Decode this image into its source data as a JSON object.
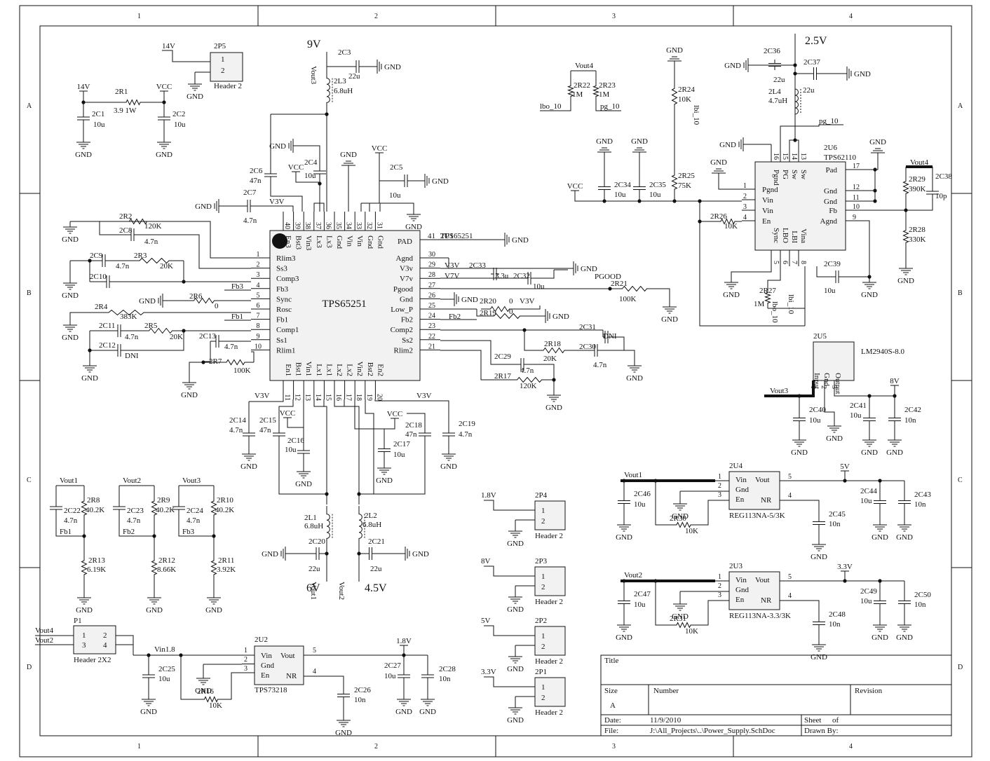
{
  "frame": {
    "columns": [
      "1",
      "2",
      "3",
      "4"
    ],
    "rows": [
      "A",
      "B",
      "C",
      "D"
    ]
  },
  "title_block": {
    "title_label": "Title",
    "size_label": "Size",
    "size_value": "A",
    "number_label": "Number",
    "revision_label": "Revision",
    "date_label": "Date:",
    "date_value": "11/9/2010",
    "sheet_label": "Sheet",
    "of_label": "of",
    "file_label": "File:",
    "file_value": "J:\\All_Projects\\..\\Power_Supply.SchDoc",
    "drawn_label": "Drawn By:"
  },
  "u1": {
    "ref": "2U1",
    "part": "TPS65251",
    "pad_label": "PAD",
    "pad_pin": "41",
    "left_pins": [
      {
        "num": "1",
        "name": "Rlim3"
      },
      {
        "num": "2",
        "name": "Ss3"
      },
      {
        "num": "3",
        "name": "Comp3"
      },
      {
        "num": "4",
        "name": "Fb3"
      },
      {
        "num": "5",
        "name": "Sync"
      },
      {
        "num": "6",
        "name": "Rosc"
      },
      {
        "num": "7",
        "name": "Fb1"
      },
      {
        "num": "8",
        "name": "Comp1"
      },
      {
        "num": "9",
        "name": "Ss1"
      },
      {
        "num": "10",
        "name": "Rlim1"
      }
    ],
    "right_pins": [
      {
        "num": "30",
        "name": "Agnd"
      },
      {
        "num": "29",
        "name": "V3v"
      },
      {
        "num": "28",
        "name": "V7v"
      },
      {
        "num": "27",
        "name": "Pgood"
      },
      {
        "num": "26",
        "name": "Gnd"
      },
      {
        "num": "25",
        "name": "Low_P"
      },
      {
        "num": "24",
        "name": "Fb2"
      },
      {
        "num": "23",
        "name": "Comp2"
      },
      {
        "num": "22",
        "name": "Ss2"
      },
      {
        "num": "21",
        "name": "Rlim2"
      }
    ],
    "top_pins": [
      {
        "num": "40",
        "name": "En3"
      },
      {
        "num": "39",
        "name": "Bst3"
      },
      {
        "num": "38",
        "name": "Vin3"
      },
      {
        "num": "37",
        "name": "Lx3"
      },
      {
        "num": "36",
        "name": "Lx3"
      },
      {
        "num": "35",
        "name": "Gnd"
      },
      {
        "num": "34",
        "name": "Vin"
      },
      {
        "num": "33",
        "name": "Vin"
      },
      {
        "num": "32",
        "name": "Gnd"
      },
      {
        "num": "31",
        "name": "Gnd"
      }
    ],
    "bottom_pins": [
      {
        "num": "11",
        "name": "En1"
      },
      {
        "num": "12",
        "name": "Bst1"
      },
      {
        "num": "13",
        "name": "Vin1"
      },
      {
        "num": "14",
        "name": "Lx1"
      },
      {
        "num": "15",
        "name": "Lx1"
      },
      {
        "num": "16",
        "name": "Lx2"
      },
      {
        "num": "17",
        "name": "Lx2"
      },
      {
        "num": "18",
        "name": "Vin2"
      },
      {
        "num": "19",
        "name": "Bst2"
      },
      {
        "num": "20",
        "name": "En2"
      }
    ]
  },
  "u6": {
    "ref": "2U6",
    "part": "TPS62110",
    "left_pins": [
      {
        "num": "1",
        "name": "Pgnd"
      },
      {
        "num": "2",
        "name": "Vin"
      },
      {
        "num": "3",
        "name": "Vin"
      },
      {
        "num": "4",
        "name": "En"
      }
    ],
    "right_pins": [
      {
        "num": "17",
        "name": "Pad"
      },
      {
        "num": "12",
        "name": "Gnd"
      },
      {
        "num": "11",
        "name": "Gnd"
      },
      {
        "num": "10",
        "name": "Fb"
      },
      {
        "num": "9",
        "name": "Agnd"
      }
    ],
    "top_pins": [
      {
        "num": "16",
        "name": "Pgnd"
      },
      {
        "num": "15",
        "name": "PG"
      },
      {
        "num": "14",
        "name": "Sw"
      },
      {
        "num": "13",
        "name": "Sw"
      }
    ],
    "bottom_pins": [
      {
        "num": "5",
        "name": "Sync"
      },
      {
        "num": "6",
        "name": "LBO"
      },
      {
        "num": "7",
        "name": "LBI"
      },
      {
        "num": "8",
        "name": "Vina"
      }
    ]
  },
  "u5": {
    "ref": "2U5",
    "part": "LM2940S-8.0",
    "pins": [
      "Input",
      "Gnd",
      "Output"
    ],
    "pin_nums": [
      "1",
      "2",
      "3"
    ]
  },
  "u4": {
    "ref": "2U4",
    "part": "REG113NA-5/3K",
    "pins_left": [
      "Vin",
      "Gnd",
      "En"
    ],
    "pins_right": [
      "Vout",
      "NR"
    ],
    "nums_left": [
      "1",
      "2",
      "3"
    ],
    "nums_right": [
      "5",
      "4"
    ]
  },
  "u3": {
    "ref": "2U3",
    "part": "REG113NA-3.3/3K",
    "pins_left": [
      "Vin",
      "Gnd",
      "En"
    ],
    "pins_right": [
      "Vout",
      "NR"
    ],
    "nums_left": [
      "1",
      "2",
      "3"
    ],
    "nums_right": [
      "5",
      "4"
    ]
  },
  "u2": {
    "ref": "2U2",
    "part": "TPS73218",
    "pins_left": [
      "Vin",
      "Gnd",
      "En"
    ],
    "pins_right": [
      "Vout",
      "NR"
    ],
    "nums_left": [
      "1",
      "2",
      "3"
    ],
    "nums_right": [
      "5",
      "4"
    ]
  },
  "headers": {
    "p5": {
      "ref": "2P5",
      "part": "Header 2",
      "pins": [
        "1",
        "2"
      ],
      "net": "14V"
    },
    "p4": {
      "ref": "2P4",
      "part": "Header 2",
      "pins": [
        "1",
        "2"
      ],
      "net": "1.8V"
    },
    "p3": {
      "ref": "2P3",
      "part": "Header 2",
      "pins": [
        "1",
        "2"
      ],
      "net": "8V"
    },
    "p2": {
      "ref": "2P2",
      "part": "Header 2",
      "pins": [
        "1",
        "2"
      ],
      "net": "5V"
    },
    "p1h": {
      "ref": "2P1",
      "part": "Header 2",
      "pins": [
        "1",
        "2"
      ],
      "net": "3.3V"
    },
    "p1": {
      "ref": "P1",
      "part": "Header 2X2",
      "pins": [
        "1",
        "2",
        "3",
        "4"
      ],
      "nets": [
        "Vout4",
        "Vout2"
      ]
    }
  },
  "rails": {
    "v9": "9V",
    "v25": "2.5V",
    "v6": "6V",
    "v45": "4.5V",
    "gnd": "GND",
    "vcc": "VCC",
    "v14": "14V",
    "v3v": "V3V",
    "v7v": "V7V"
  },
  "nets": {
    "vout1": "Vout1",
    "vout2": "Vout2",
    "vout3": "Vout3",
    "vout4": "Vout4",
    "fb1": "Fb1",
    "fb2": "Fb2",
    "fb3": "Fb3",
    "pgood": "PGOOD",
    "pg10": "pg_10",
    "lbo10": "lbo_10",
    "lbi10": "lbi_10",
    "vin18": "Vin1.8",
    "v5": "5V",
    "v33": "3.3V",
    "v8": "8V",
    "v18": "1.8V"
  },
  "parts": {
    "r1": {
      "ref": "2R1",
      "val": "3.9 1W"
    },
    "c1": {
      "ref": "2C1",
      "val": "10u"
    },
    "c2": {
      "ref": "2C2",
      "val": "10u"
    },
    "c3": {
      "ref": "2C3",
      "val": "22u"
    },
    "l3": {
      "ref": "2L3",
      "val": "6.8uH"
    },
    "c4": {
      "ref": "2C4",
      "val": "10u"
    },
    "c5": {
      "ref": "2C5",
      "val": "10u"
    },
    "c6": {
      "ref": "2C6",
      "val": "47n"
    },
    "c7": {
      "ref": "2C7",
      "val": "4.7n"
    },
    "r2": {
      "ref": "2R2",
      "val": "120K"
    },
    "c8": {
      "ref": "2C8",
      "val": "4.7n"
    },
    "c9": {
      "ref": "2C9",
      "val": "4.7n"
    },
    "r3": {
      "ref": "2R3",
      "val": "20K"
    },
    "c10": {
      "ref": "2C10",
      "val": ""
    },
    "r6": {
      "ref": "2R6",
      "val": "0"
    },
    "r4": {
      "ref": "2R4",
      "val": "383K"
    },
    "c11": {
      "ref": "2C11",
      "val": "4.7n"
    },
    "r5": {
      "ref": "2R5",
      "val": "20K"
    },
    "c12": {
      "ref": "2C12",
      "val": "DNI"
    },
    "c13": {
      "ref": "2C13",
      "val": "4.7n"
    },
    "r7": {
      "ref": "2R7",
      "val": "100K"
    },
    "c33": {
      "ref": "2C33",
      "val": "3.3u"
    },
    "c32": {
      "ref": "2C32",
      "val": "10u"
    },
    "r21": {
      "ref": "2R21",
      "val": "100K"
    },
    "r20": {
      "ref": "2R20",
      "val": "0"
    },
    "r19": {
      "ref": "2R19",
      "val": "0"
    },
    "c31": {
      "ref": "2C31",
      "val": "DNI"
    },
    "r18": {
      "ref": "2R18",
      "val": "20K"
    },
    "c30": {
      "ref": "2C30",
      "val": "4.7n"
    },
    "c29": {
      "ref": "2C29",
      "val": "4.7n"
    },
    "r17": {
      "ref": "2R17",
      "val": "120K"
    },
    "c14": {
      "ref": "2C14",
      "val": "4.7n"
    },
    "c15": {
      "ref": "2C15",
      "val": "47n"
    },
    "c16": {
      "ref": "2C16",
      "val": "10u"
    },
    "c17": {
      "ref": "2C17",
      "val": "10u"
    },
    "c18": {
      "ref": "2C18",
      "val": "47n"
    },
    "c19": {
      "ref": "2C19",
      "val": "4.7n"
    },
    "l1": {
      "ref": "2L1",
      "val": "6.8uH"
    },
    "l2": {
      "ref": "2L2",
      "val": "6.8uH"
    },
    "c20": {
      "ref": "2C20",
      "val": "22u"
    },
    "c21": {
      "ref": "2C21",
      "val": "22u"
    },
    "c22": {
      "ref": "2C22",
      "val": "4.7n"
    },
    "r8": {
      "ref": "2R8",
      "val": "40.2K"
    },
    "r13": {
      "ref": "2R13",
      "val": "6.19K"
    },
    "c23": {
      "ref": "2C23",
      "val": "4.7n"
    },
    "r9": {
      "ref": "2R9",
      "val": "40.2K"
    },
    "r12": {
      "ref": "2R12",
      "val": "8.66K"
    },
    "c24": {
      "ref": "2C24",
      "val": "4.7n"
    },
    "r10": {
      "ref": "2R10",
      "val": "40.2K"
    },
    "r11": {
      "ref": "2R11",
      "val": "3.92K"
    },
    "c25": {
      "ref": "2C25",
      "val": "10u"
    },
    "r16": {
      "ref": "2R16",
      "val": "10K"
    },
    "c26": {
      "ref": "2C26",
      "val": "10n"
    },
    "c27": {
      "ref": "2C27",
      "val": "10u"
    },
    "c28": {
      "ref": "2C28",
      "val": "10n"
    },
    "r22": {
      "ref": "2R22",
      "val": "1M"
    },
    "r23": {
      "ref": "2R23",
      "val": "1M"
    },
    "r24": {
      "ref": "2R24",
      "val": "10K"
    },
    "r25": {
      "ref": "2R25",
      "val": "75K"
    },
    "c34": {
      "ref": "2C34",
      "val": "10u"
    },
    "c35": {
      "ref": "2C35",
      "val": "10u"
    },
    "r26": {
      "ref": "2R26",
      "val": "10K"
    },
    "c36": {
      "ref": "2C36",
      "val": "22u"
    },
    "c37": {
      "ref": "2C37",
      "val": "22u"
    },
    "l4": {
      "ref": "2L4",
      "val": "4.7uH"
    },
    "r29": {
      "ref": "2R29",
      "val": "390K"
    },
    "c38": {
      "ref": "2C38",
      "val": "10p"
    },
    "r28": {
      "ref": "2R28",
      "val": "330K"
    },
    "c39": {
      "ref": "2C39",
      "val": "10u"
    },
    "r27": {
      "ref": "2R27",
      "val": "1M"
    },
    "c40": {
      "ref": "2C40",
      "val": "10u"
    },
    "c41": {
      "ref": "2C41",
      "val": "10u"
    },
    "c42": {
      "ref": "2C42",
      "val": "10n"
    },
    "c46": {
      "ref": "2C46",
      "val": "10u"
    },
    "r30": {
      "ref": "2R30",
      "val": "10K"
    },
    "c45": {
      "ref": "2C45",
      "val": "10n"
    },
    "c44": {
      "ref": "2C44",
      "val": "10u"
    },
    "c43": {
      "ref": "2C43",
      "val": "10n"
    },
    "c47": {
      "ref": "2C47",
      "val": "10u"
    },
    "r31": {
      "ref": "2R31",
      "val": "10K"
    },
    "c48": {
      "ref": "2C48",
      "val": "10n"
    },
    "c49": {
      "ref": "2C49",
      "val": "10u"
    },
    "c50": {
      "ref": "2C50",
      "val": "10n"
    }
  }
}
